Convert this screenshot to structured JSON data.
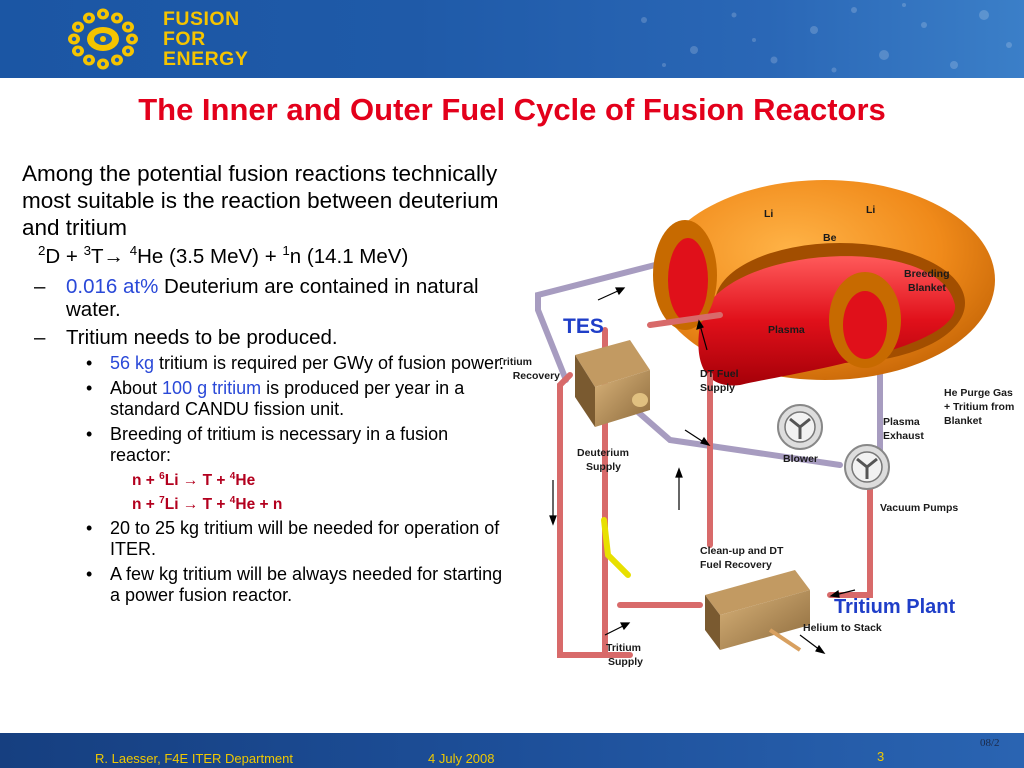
{
  "logo": {
    "line1": "FUSION",
    "line2": "FOR",
    "line3": "ENERGY"
  },
  "title": "The Inner and Outer Fuel Cycle of Fusion Reactors",
  "body": {
    "intro": "Among the potential fusion reactions technically most suitable is the reaction between deuterium and tritium",
    "equation": {
      "p1": "2",
      "p2": "D + ",
      "p3": "3",
      "p4": "T→ ",
      "p5": "4",
      "p6": "He (3.5 MeV) + ",
      "p7": "1",
      "p8": "n (14.1 MeV)"
    },
    "dash_marker": "–",
    "bullet_marker": "•",
    "dash1": {
      "highlight": "0.016 at%",
      "text": " Deuterium are contained in natural water."
    },
    "dash2": "Tritium needs to be produced.",
    "b1": {
      "highlight": "56 kg",
      "text": " tritium is required per GWy of fusion power."
    },
    "b2": {
      "pre": "About ",
      "highlight": "100 g tritium",
      "post": " is produced per year in a standard CANDU fission unit."
    },
    "b3": "Breeding of tritium is necessary in a fusion reactor:",
    "r1": {
      "a": "n + ",
      "b": "6",
      "c": "Li → T + ",
      "d": "4",
      "e": "He"
    },
    "r2": {
      "a": "n + ",
      "b": "7",
      "c": "Li → T + ",
      "d": "4",
      "e": "He + n"
    },
    "b4": "20 to 25 kg tritium will be needed for operation of ITER.",
    "b5": "A few kg tritium will be always needed for starting a power fusion reactor."
  },
  "diagram": {
    "li1": "Li",
    "li2": "Li",
    "be": "Be",
    "breeding1": "Breeding",
    "breeding2": "Blanket",
    "plasma": "Plasma",
    "tes": "TES",
    "tritium_recovery1": "Tritium",
    "tritium_recovery2": "Recovery",
    "dt_fuel1": "DT Fuel",
    "dt_fuel2": "Supply",
    "he_purge1": "He Purge Gas",
    "he_purge2": "+ Tritium from",
    "he_purge3": "Blanket",
    "plasma_exhaust1": "Plasma",
    "plasma_exhaust2": "Exhaust",
    "deuterium1": "Deuterium",
    "deuterium2": "Supply",
    "blower": "Blower",
    "vacuum_pumps": "Vacuum Pumps",
    "cleanup1": "Clean-up and DT",
    "cleanup2": "Fuel Recovery",
    "tritium_plant": "Tritium Plant",
    "helium_stack": "Helium to Stack",
    "tritium_supply1": "Tritium",
    "tritium_supply2": "Supply"
  },
  "footer": {
    "author": "R. Laesser, F4E ITER Department",
    "date": "4 July 2008",
    "page": "3",
    "code": "08/2"
  },
  "colors": {
    "header_blue": "#1f5aa8",
    "title_red": "#e3001b",
    "logo_yellow": "#f5c400",
    "highlight_blue": "#2a49d8",
    "reaction_red": "#b3001e"
  }
}
